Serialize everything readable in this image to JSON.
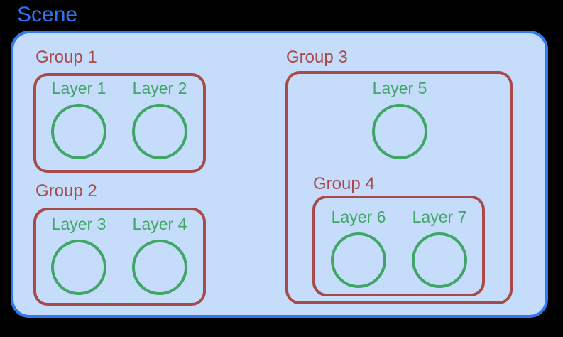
{
  "scene": {
    "title": "Scene",
    "groups": [
      {
        "label": "Group 1",
        "layers": [
          {
            "label": "Layer 1"
          },
          {
            "label": "Layer 2"
          }
        ]
      },
      {
        "label": "Group 2",
        "layers": [
          {
            "label": "Layer 3"
          },
          {
            "label": "Layer 4"
          }
        ]
      },
      {
        "label": "Group 3",
        "layers": [
          {
            "label": "Layer 5"
          }
        ],
        "subgroup": {
          "label": "Group 4",
          "layers": [
            {
              "label": "Layer 6"
            },
            {
              "label": "Layer 7"
            }
          ]
        }
      }
    ]
  },
  "colors": {
    "background": "#000000",
    "scene_fill": "#c5ddfb",
    "scene_border": "#3179f2",
    "scene_title_text": "#2e74ef",
    "group_accent": "#a84a48",
    "layer_accent": "#3fa666"
  }
}
